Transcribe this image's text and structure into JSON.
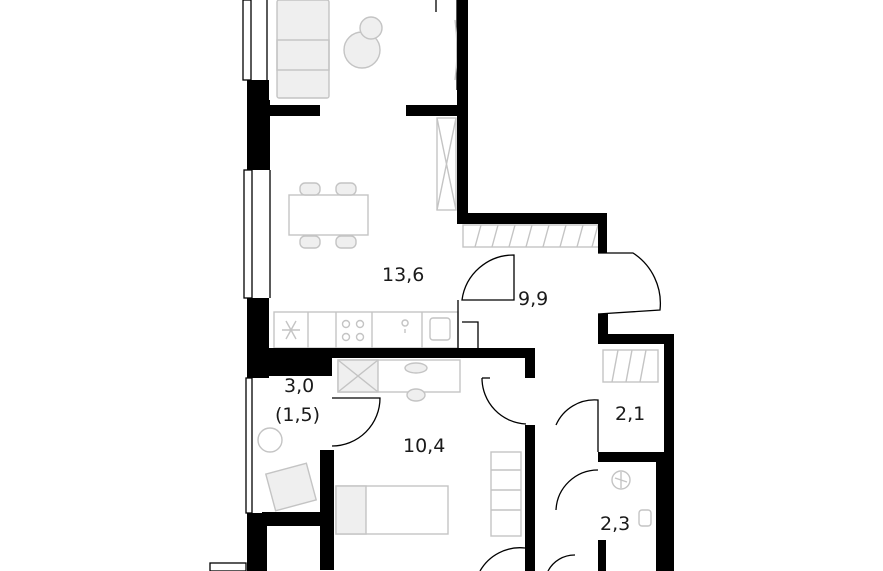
{
  "rooms": [
    {
      "id": "living-kitchen",
      "area": "13,6"
    },
    {
      "id": "hall",
      "area": "9,9"
    },
    {
      "id": "balcony",
      "area": "3,0",
      "sub": "(1,5)"
    },
    {
      "id": "bedroom",
      "area": "10,4"
    },
    {
      "id": "wardrobe",
      "area": "2,1"
    },
    {
      "id": "bathroom",
      "area": "2,3"
    }
  ]
}
